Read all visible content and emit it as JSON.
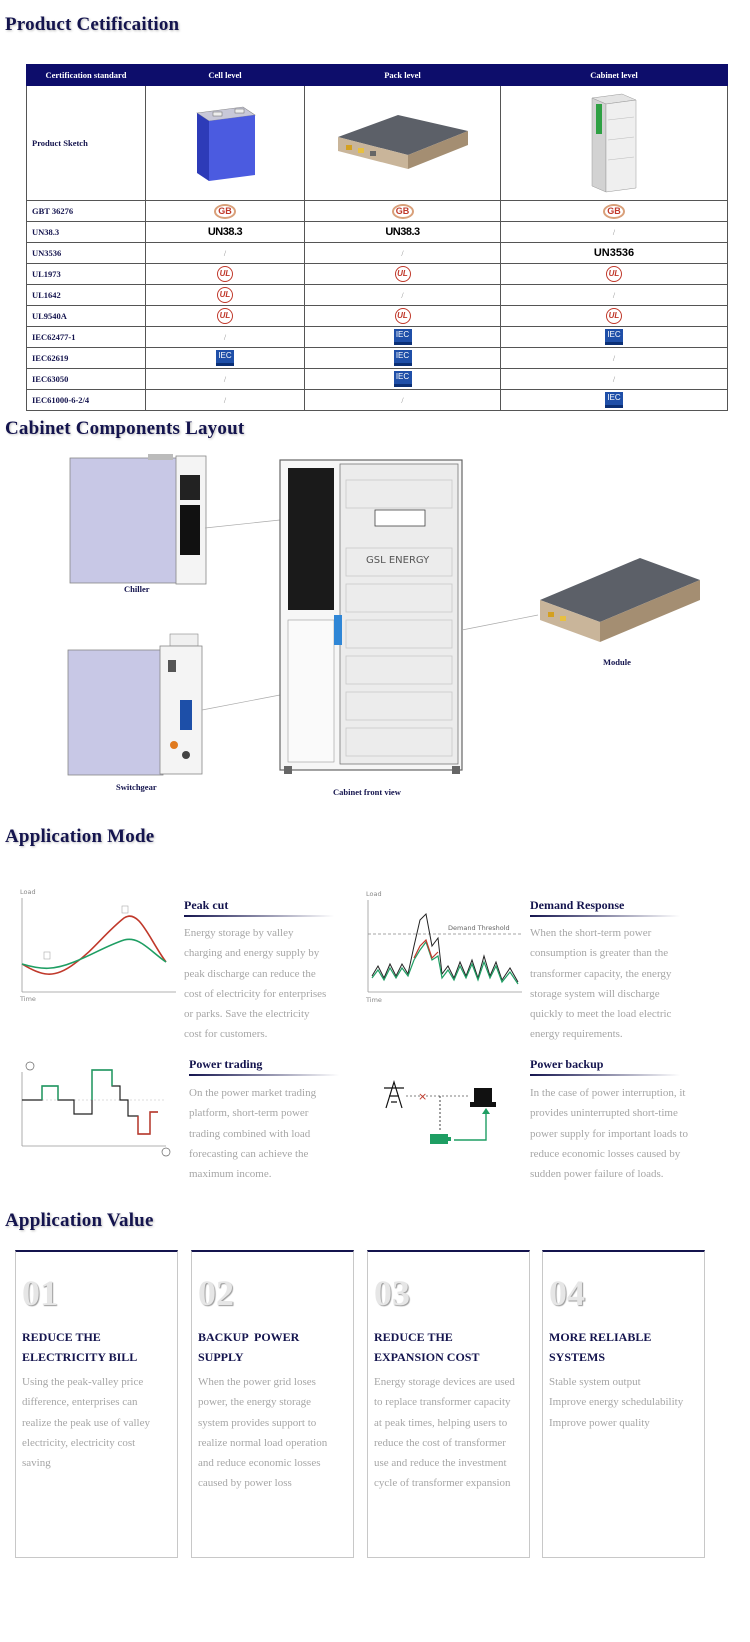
{
  "sections": {
    "certification": "Product Cetificaition",
    "layout": "Cabinet Components Layout",
    "mode": "Application Mode",
    "value": "Application Value"
  },
  "cert": {
    "headers": [
      "Certification standard",
      "Cell level",
      "Pack level",
      "Cabinet level"
    ],
    "sketch_label": "Product Sketch",
    "rows": [
      {
        "label": "GBT 36276",
        "cell": "GB",
        "pack": "GB",
        "cabinet": "GB"
      },
      {
        "label": "UN38.3",
        "cell": "UN38.3",
        "pack": "UN38.3",
        "cabinet": "/"
      },
      {
        "label": "UN3536",
        "cell": "/",
        "pack": "/",
        "cabinet": "UN3536"
      },
      {
        "label": "UL1973",
        "cell": "UL",
        "pack": "UL",
        "cabinet": "UL"
      },
      {
        "label": "UL1642",
        "cell": "UL",
        "pack": "/",
        "cabinet": "/"
      },
      {
        "label": "UL9540A",
        "cell": "UL",
        "pack": "UL",
        "cabinet": "UL"
      },
      {
        "label": "IEC62477-1",
        "cell": "/",
        "pack": "IEC",
        "cabinet": "IEC"
      },
      {
        "label": "IEC62619",
        "cell": "IEC",
        "pack": "IEC",
        "cabinet": "/"
      },
      {
        "label": "IEC63050",
        "cell": "/",
        "pack": "IEC",
        "cabinet": "/"
      },
      {
        "label": "IEC61000-6-2/4",
        "cell": "/",
        "pack": "/",
        "cabinet": "IEC"
      }
    ]
  },
  "layout": {
    "chiller": "Chiller",
    "switchgear": "Switchgear",
    "front": "Cabinet front view",
    "module": "Module",
    "brand": "GSL ENERGY"
  },
  "modes": {
    "peak": {
      "title": "Peak cut",
      "lines": [
        "Energy storage by valley",
        "charging and energy supply by",
        "peak discharge can reduce the",
        "cost of electricity for enterprises",
        "or parks. Save the electricity",
        "cost for customers."
      ],
      "axis_y": "Load",
      "axis_x": "Time"
    },
    "demand": {
      "title": "Demand Response",
      "lines": [
        "When the short-term power",
        "consumption is greater than the",
        "transformer capacity, the energy",
        "storage system will discharge",
        "quickly to meet the load electric",
        "energy requirements."
      ],
      "axis_y": "Load",
      "axis_x": "Time",
      "threshold": "Demand Threshold"
    },
    "trading": {
      "title": "Power trading",
      "lines": [
        "On the power market trading",
        "platform, short-term power",
        "trading combined with load",
        "forecasting can achieve the",
        "maximum income."
      ]
    },
    "backup": {
      "title": "Power backup",
      "lines": [
        "In the case of power interruption, it",
        "provides uninterrupted short-time",
        "power supply for important loads to",
        "reduce economic losses caused by",
        "sudden power failure of loads."
      ]
    }
  },
  "values": [
    {
      "num": "01",
      "title": [
        "REDUCE THE",
        "ELECTRICITY BILL"
      ],
      "lines": [
        "Using the peak-valley price",
        "difference, enterprises can",
        "realize the peak use of valley",
        "electricity, electricity cost",
        "saving"
      ]
    },
    {
      "num": "02",
      "title": [
        "BACKUP  POWER",
        "SUPPLY"
      ],
      "lines": [
        "When the power grid loses",
        "power, the energy storage",
        "system provides support to",
        "realize normal load operation",
        "and reduce economic losses",
        "caused by power loss"
      ]
    },
    {
      "num": "03",
      "title": [
        "REDUCE THE",
        "EXPANSION COST"
      ],
      "lines": [
        "Energy storage devices are used",
        "to replace transformer capacity",
        "at peak times, helping users to",
        "reduce the cost of transformer",
        "use and reduce the investment",
        "cycle of transformer expansion"
      ]
    },
    {
      "num": "04",
      "title": [
        "MORE RELIABLE",
        "SYSTEMS"
      ],
      "lines": [
        "Stable system output",
        "Improve energy schedulability",
        "Improve power quality"
      ]
    }
  ]
}
